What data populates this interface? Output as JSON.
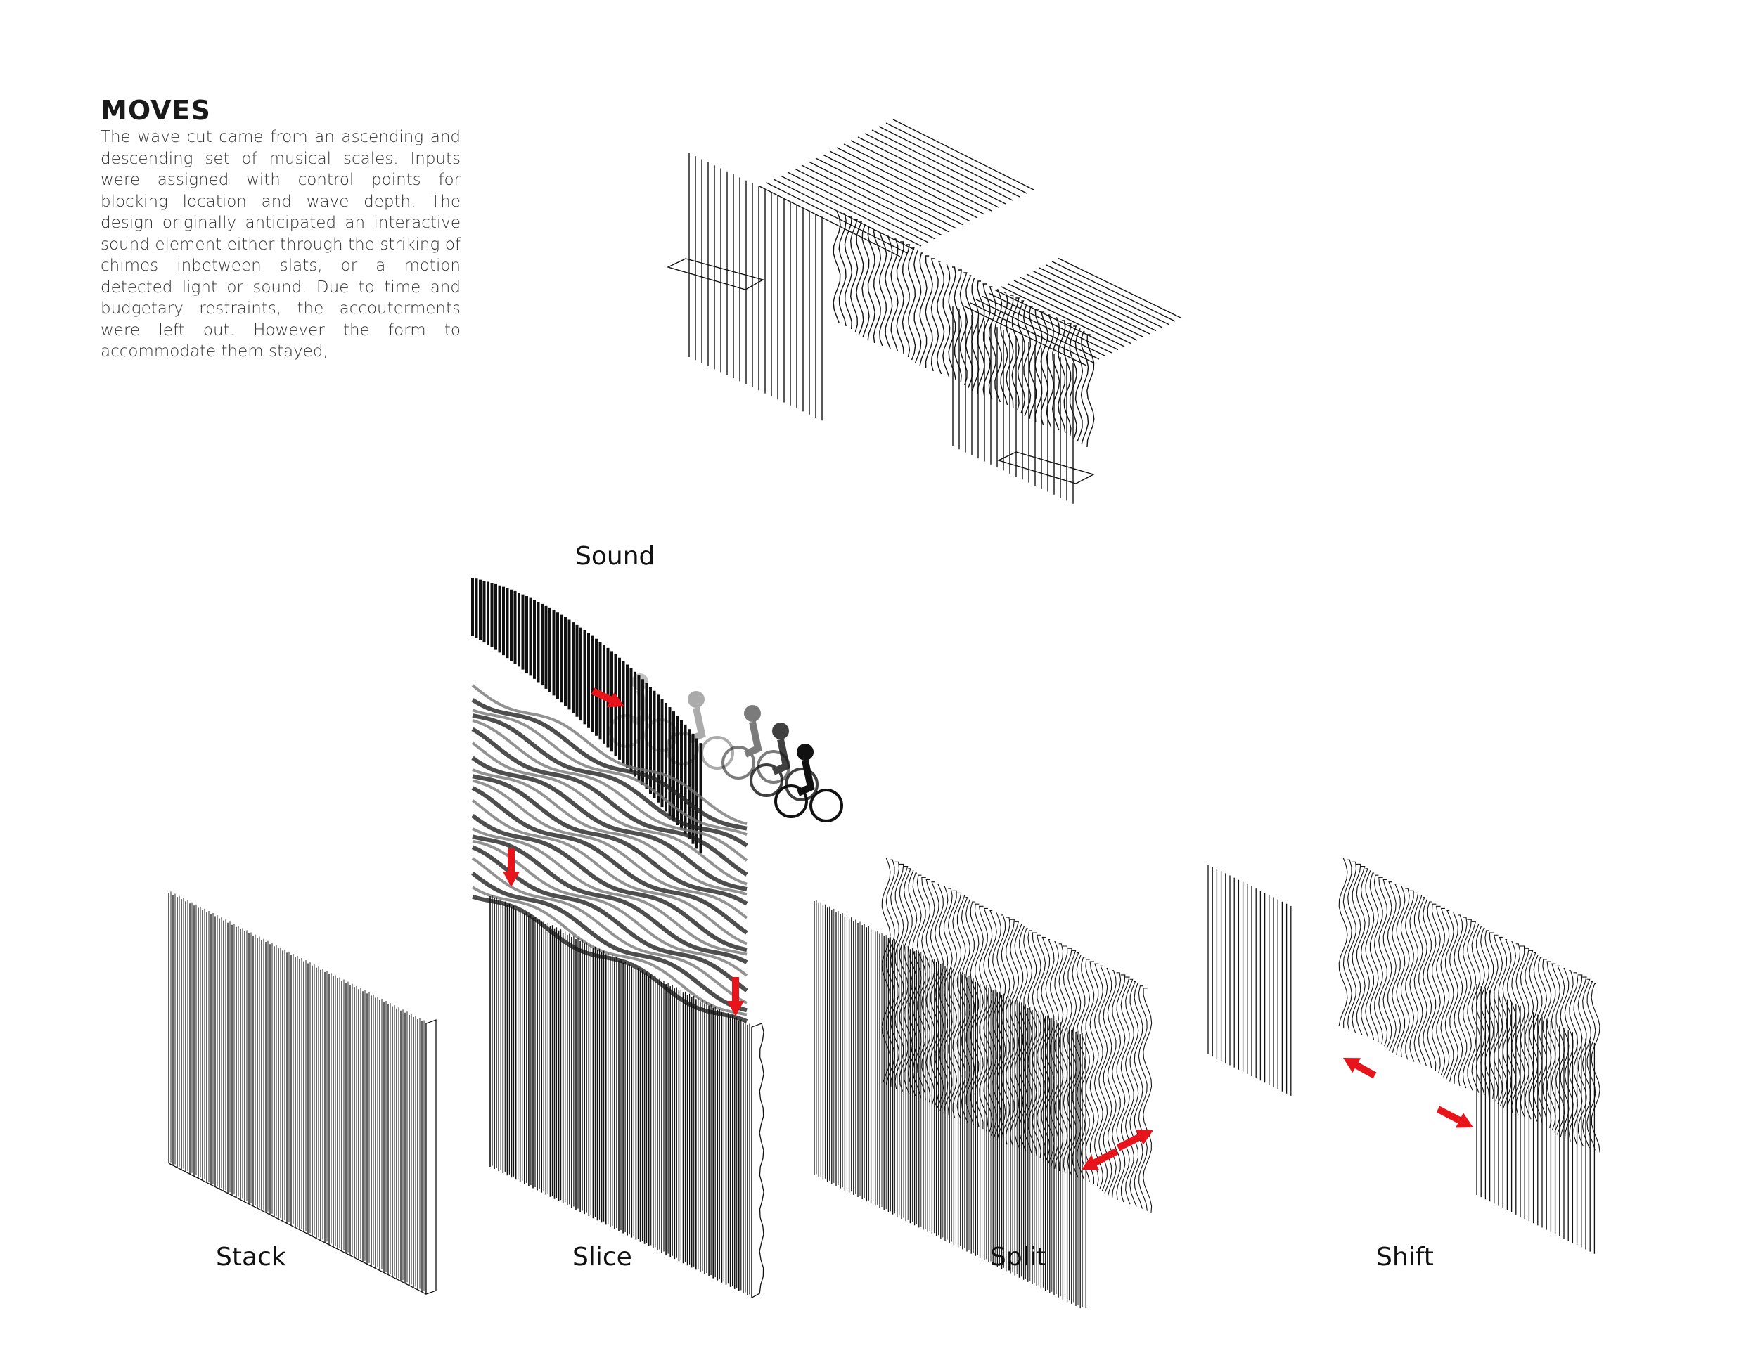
{
  "heading": "MOVES",
  "description": "The wave cut came from an ascending and descending set of musical scales. Inputs were assigned with control points for blocking location and wave depth. The design originally anticipated an interactive sound element either through the striking of chimes inbetween slats, or a motion detected light or sound. Due to time and budgetary restraints, the accouterments were left out. However the form to accommodate them stayed,",
  "labels": {
    "sound": "Sound",
    "stack": "Stack",
    "slice": "Slice",
    "split": "Split",
    "shift": "Shift"
  },
  "colors": {
    "arrow": "#e8141b",
    "ink": "#111111"
  }
}
